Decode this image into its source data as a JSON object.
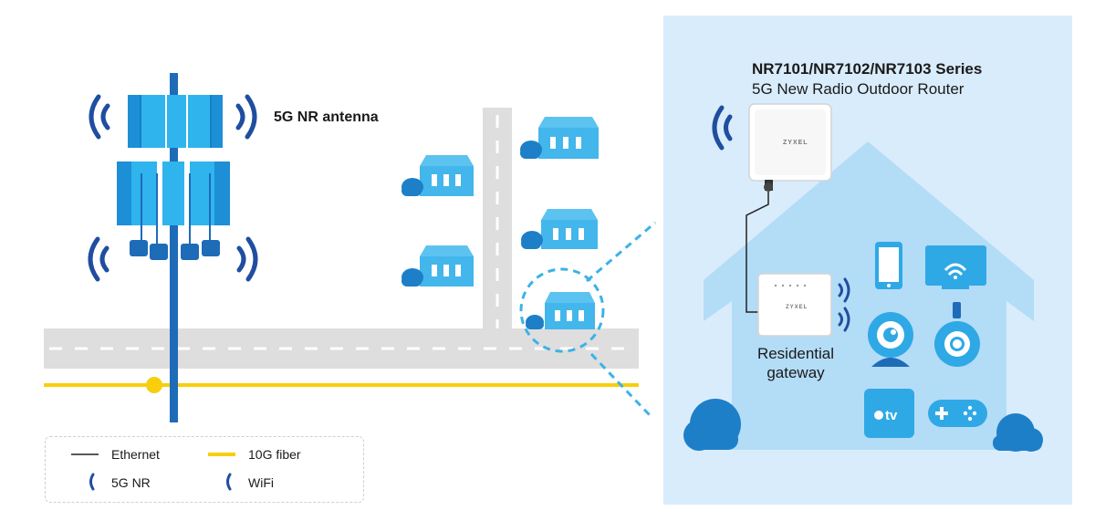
{
  "router": {
    "title": "NR7101/NR7102/NR7103 Series",
    "subtitle": "5G New Radio Outdoor Router",
    "brand": "ZYXEL"
  },
  "antenna": {
    "label": "5G NR antenna"
  },
  "gateway": {
    "label_line1": "Residential",
    "label_line2": "gateway",
    "brand": "ZYXEL"
  },
  "devices": {
    "appletv_text": "tv"
  },
  "legend": {
    "ethernet": "Ethernet",
    "fiber": "10G fiber",
    "nr": "5G NR",
    "wifi": "WiFi"
  },
  "colors": {
    "panel_bg": "#d9ecfb",
    "house": "#b3dcf7",
    "mast": "#1e6bb8",
    "antenna_panel": "#2fb4ee",
    "building": "#43b6ec",
    "cloud": "#1d7fc8",
    "road": "#dedede",
    "fiber": "#f7cf0c",
    "signal": "#1f4ea0",
    "device": "#2fa8e6"
  }
}
